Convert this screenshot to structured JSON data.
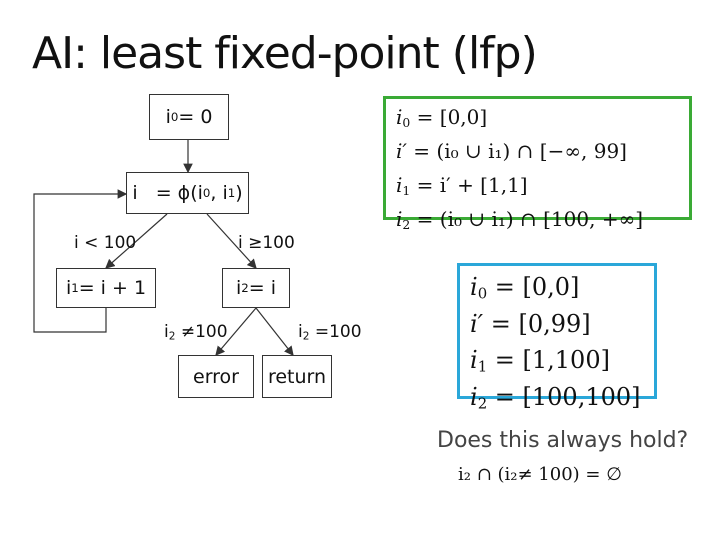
{
  "title": "AI: least fixed-point (lfp)",
  "cfg": {
    "node_init": {
      "v": "i",
      "s": "0",
      "r": " = 0"
    },
    "node_phi": {
      "a": "i   = ϕ(i",
      "s1": "0",
      "b": ", i",
      "s2": "1",
      "c": ")"
    },
    "node_inc": {
      "v": "i",
      "s": "1",
      "r": " = i + 1"
    },
    "node_assign": {
      "v": "i",
      "s": "2",
      "r": " = i"
    },
    "node_error": "error",
    "node_return": "return",
    "edge_lt": "i < 100",
    "edge_ge": "i ≥100",
    "edge_ne": {
      "v": "i",
      "s": "2",
      "r": " ≠100"
    },
    "edge_eq": {
      "v": "i",
      "s": "2",
      "r": " =100"
    }
  },
  "equations_green": {
    "border_color": "#3aaa35",
    "rows": [
      {
        "v": "i",
        "s": "0",
        "rhs": " = [0,0]"
      },
      {
        "v": "i′",
        "s": "",
        "rhs": " = (i₀ ∪ i₁) ∩ [−∞, 99]"
      },
      {
        "v": "i",
        "s": "1",
        "rhs": " = i′ + [1,1]"
      },
      {
        "v": "i",
        "s": "2",
        "rhs": " = (i₀ ∪ i₁) ∩ [100, +∞]"
      }
    ]
  },
  "equations_blue": {
    "border_color": "#2aa7d9",
    "rows": [
      {
        "v": "i",
        "s": "0",
        "rhs": " = [0,0]"
      },
      {
        "v": "i′",
        "s": "",
        "rhs": " = [0,99]"
      },
      {
        "v": "i",
        "s": "1",
        "rhs": " = [1,100]"
      },
      {
        "v": "i",
        "s": "2",
        "rhs": " = [100,100]"
      }
    ]
  },
  "question": "Does this always hold?",
  "question_formula": "i₂ ∩ (i₂≠ 100) = ∅"
}
